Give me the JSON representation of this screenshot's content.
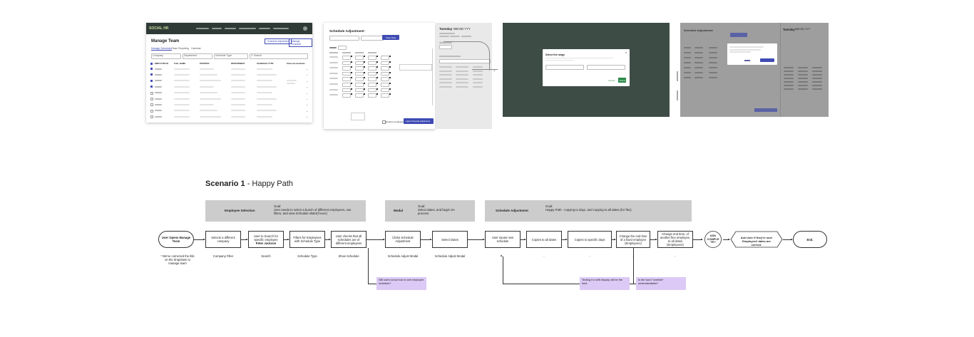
{
  "frames": {
    "manage_team": {
      "logo": "SOCIAL HR",
      "title": "Manage Team",
      "tabs": [
        "Manage Schedules",
        "Team Reporting",
        "Calendar"
      ],
      "buttons": [
        "Schedule Adjustment",
        "Manage Schedule"
      ],
      "filters": [
        "Company",
        "Department",
        "Schedule Type",
        "Search"
      ],
      "columns": [
        "EMPLOYEE ID",
        "FULL NAME",
        "POSITION",
        "DEPARTMENT",
        "SCHEDULE TYPE",
        "Show all schedules"
      ]
    },
    "schedule_adjustment": {
      "title": "Schedule Adjustment",
      "date_label": "Tuesday",
      "date_time": "MM DD YYY",
      "button": "Clear Date",
      "footer_check": "Email to employees",
      "footer_button": "Apply Schedule Adjustment"
    },
    "modal": {
      "title": "Select the range",
      "cancel": "Cancel",
      "submit": "Submit"
    },
    "confirm": {
      "title": "Schedule Adjustment",
      "date_label": "Tuesday",
      "date_time": "MM DD YYY"
    }
  },
  "scenario": {
    "title": "Scenario 1",
    "subtitle": " - Happy Path"
  },
  "bands": {
    "employee": {
      "title": "Employee Selection",
      "goal_label": "Goal:",
      "goal": "User needs to select a bunch of different employees, use filters, and view Schedule slider(if ever)"
    },
    "modal": {
      "title": "Modal",
      "goal_label": "Goal:",
      "goal": "Select dates, and begin SA process."
    },
    "adjust": {
      "title": "Schedule Adjustment",
      "goal_label": "Goal:",
      "goal": "Happy Path - copying to days, and copying to all dates (for flex)."
    }
  },
  "nodes": {
    "start": "User Opens Manage Team",
    "n1": "Selects a different company",
    "n2a": "User to Search for specific employee",
    "n2b": "Peter Jackson",
    "n3": "Filters for Employees with Schedule Type",
    "n4": "User checks that all schedules are of different employees",
    "n5": "Clicks Schedule Adjustment",
    "n6": "Select Dates",
    "n7": "User inputs new schedule",
    "n8": "Copies to all dates",
    "n9": "Copies to specific days",
    "n10": "Change the end time of a fixed employee (Employee1)",
    "n11": "Change end time, of another flex employee, to all dates (Employee2)",
    "ask": "ASK COMPLE TE?",
    "ask2": "Ask User if they're sure Employee2 dates are correct.",
    "end": "End."
  },
  "labels": {
    "start": "* We've corrected the title on the dropdown to manage team",
    "n1": "Company Filter",
    "n2": "Search",
    "n3": "Schedule Type",
    "n4": "Show Schedule",
    "n5": "Schedule Adjust Modal",
    "n6": "Schedule Adjust Modal",
    "dash": "-"
  },
  "notes": {
    "n1": "Will users know how to see employee schedule?",
    "n2": "Testing if a shift display will be the best.",
    "n3": "Is the word \"overtide\" understandable?"
  }
}
